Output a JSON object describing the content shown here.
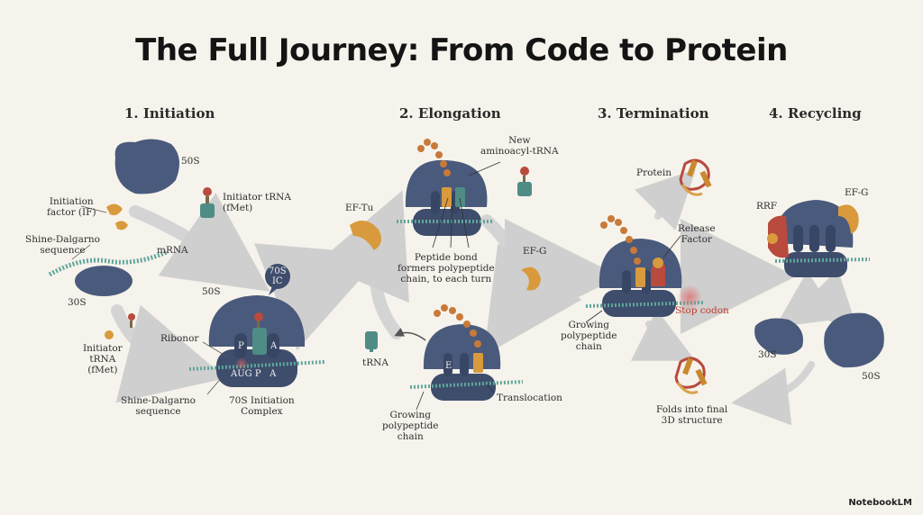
{
  "title": "The Full Journey: From Code to Protein",
  "stages": [
    "1. Initiation",
    "2. Elongation",
    "3. Termination",
    "4. Recycling"
  ],
  "colors": {
    "background": "#f6f3ec",
    "ribosome": "#4a5a7c",
    "mrna": "#5fa69b",
    "arrow": "#d2d2d2",
    "trna_teal": "#4f8c86",
    "trna_orange": "#d89a3c",
    "protein_red": "#b84a3e",
    "stop_red": "#c0392b"
  },
  "labels": {
    "initiation": {
      "50s_top": "50S",
      "initiation_factor": "Initiation\nfactor (IF)",
      "initiator_trna_top": "Initiator tRNA\n(fMet)",
      "shine_dalgarno_top": "Shine-Dalgarno\nsequence",
      "mrna": "mRNA",
      "30s": "30S",
      "50s_complex": "50S",
      "70s_ic": "70S\nIC",
      "initiator_trna_bottom": "Initiator\ntRNA\n(fMet)",
      "ribonor": "Ribonor",
      "site_p": "P",
      "site_a": "A",
      "codon_row": "AUG P   A",
      "shine_dalgarno_bottom": "Shine-Dalgarno\nsequence",
      "complex_70s": "70S Initiation\nComplex"
    },
    "elongation": {
      "new_trna": "New\naminoacyl-tRNA",
      "ef_tu": "EF-Tu",
      "peptide_bond": "Peptide bond\nformers polypeptide\nchain, to each turn",
      "ef_g": "EF-G",
      "trna": "tRNA",
      "site_e": "E",
      "translocation": "Translocation",
      "growing_chain": "Growing\npolypeptide\nchain"
    },
    "termination": {
      "protein": "Protein",
      "release_factor": "Release\nFactor",
      "stop_codon": "Stop codon",
      "growing_chain": "Growing\npolypeptide\nchain",
      "folds": "Folds into final\n3D structure"
    },
    "recycling": {
      "rrf": "RRF",
      "ef_g": "EF-G",
      "30s": "30S",
      "50s": "50S"
    }
  },
  "brand": "NotebookLM"
}
